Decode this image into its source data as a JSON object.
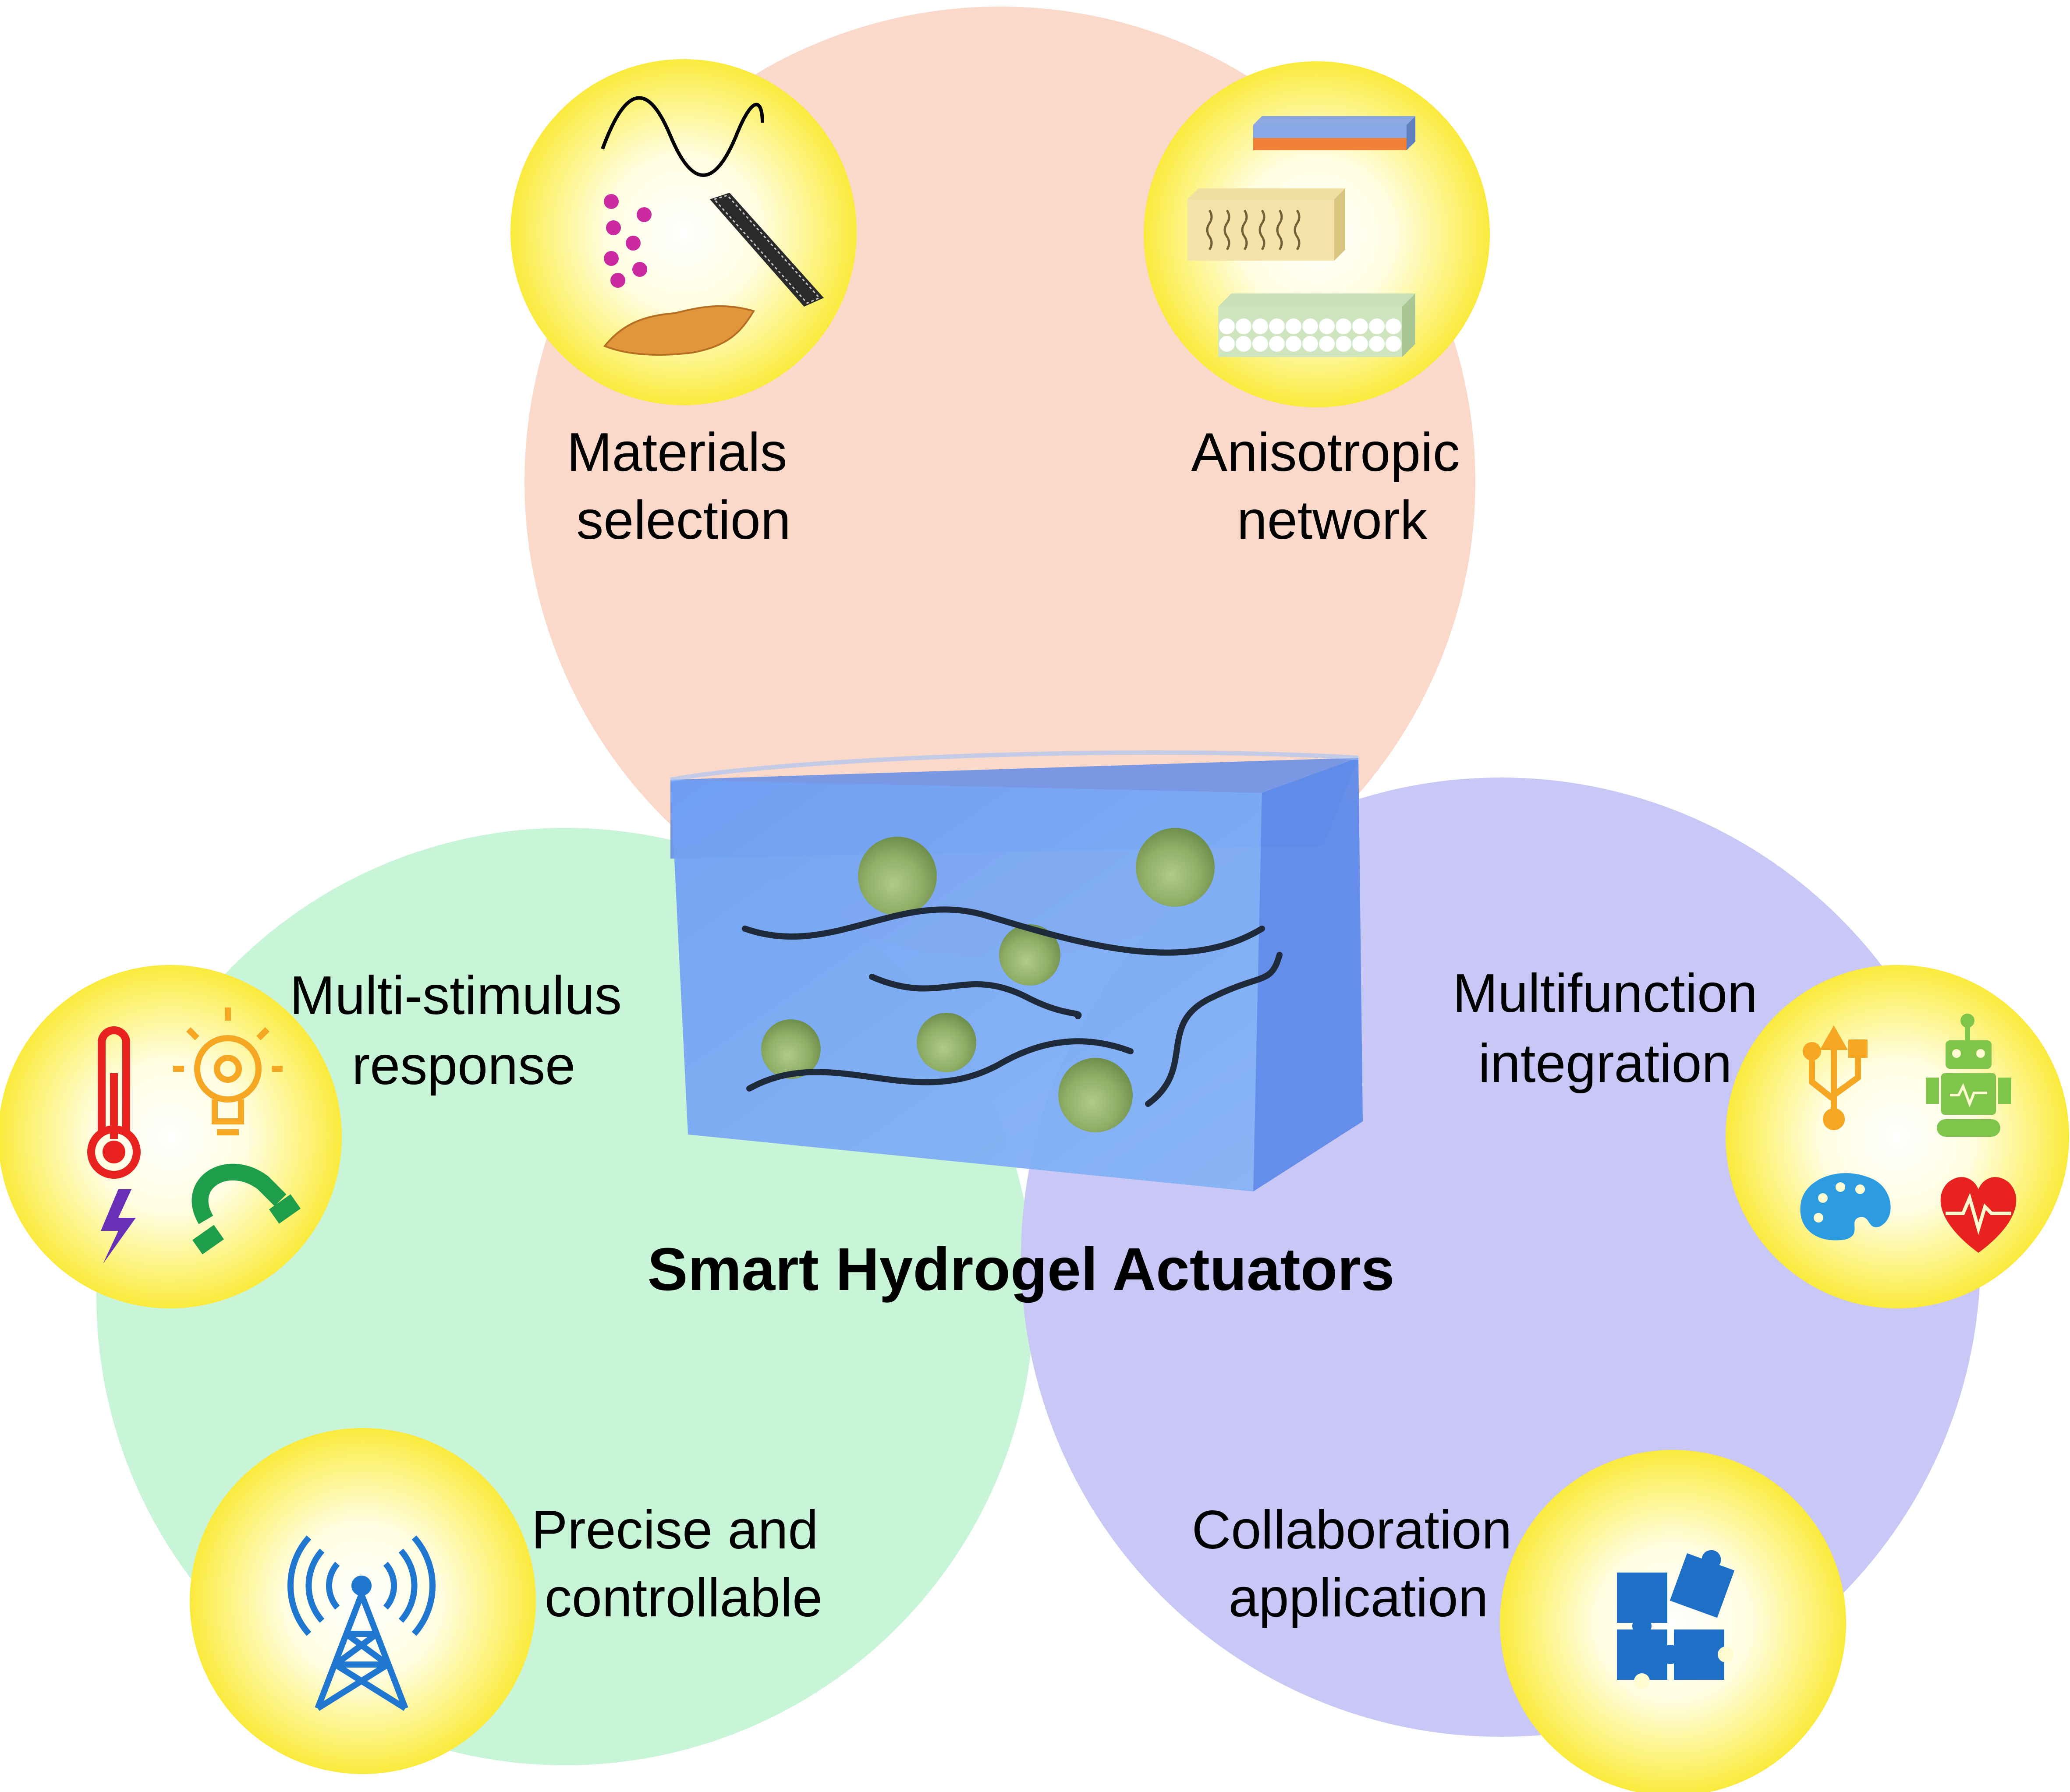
{
  "center_title": "Smart Hydrogel Actuators",
  "labels": {
    "materials": [
      "Materials",
      "selection"
    ],
    "anisotropic": [
      "Anisotropic",
      "network"
    ],
    "multistimulus": [
      "Multi-stimulus",
      "response"
    ],
    "multifunction": [
      "Multifunction",
      "integration"
    ],
    "precise": [
      "Precise and",
      "controllable"
    ],
    "collaboration": [
      "Collaboration",
      "application"
    ]
  },
  "colors": {
    "pink": "#fad9cb",
    "green": "#c8f5d8",
    "purple": "#c9c7f6",
    "badge_center": "#ffffff",
    "badge_edge": "#fbec4a",
    "cube": "#7aa6f4",
    "sphere": "#94b26e",
    "text": "#000000"
  },
  "icons": {
    "materials": [
      "wave-line-icon",
      "nanoparticles-icon",
      "carbon-nanotube-icon",
      "graphene-sheet-icon"
    ],
    "anisotropic": [
      "bilayer-icon",
      "oriented-fiber-icon",
      "aligned-pores-icon"
    ],
    "multistimulus": [
      "thermometer-icon",
      "light-bulb-icon",
      "lightning-icon",
      "magnet-icon"
    ],
    "multifunction": [
      "usb-icon",
      "robot-icon",
      "palette-icon",
      "heartbeat-icon"
    ],
    "precise": [
      "radio-tower-icon"
    ],
    "collaboration": [
      "puzzle-icon"
    ]
  }
}
